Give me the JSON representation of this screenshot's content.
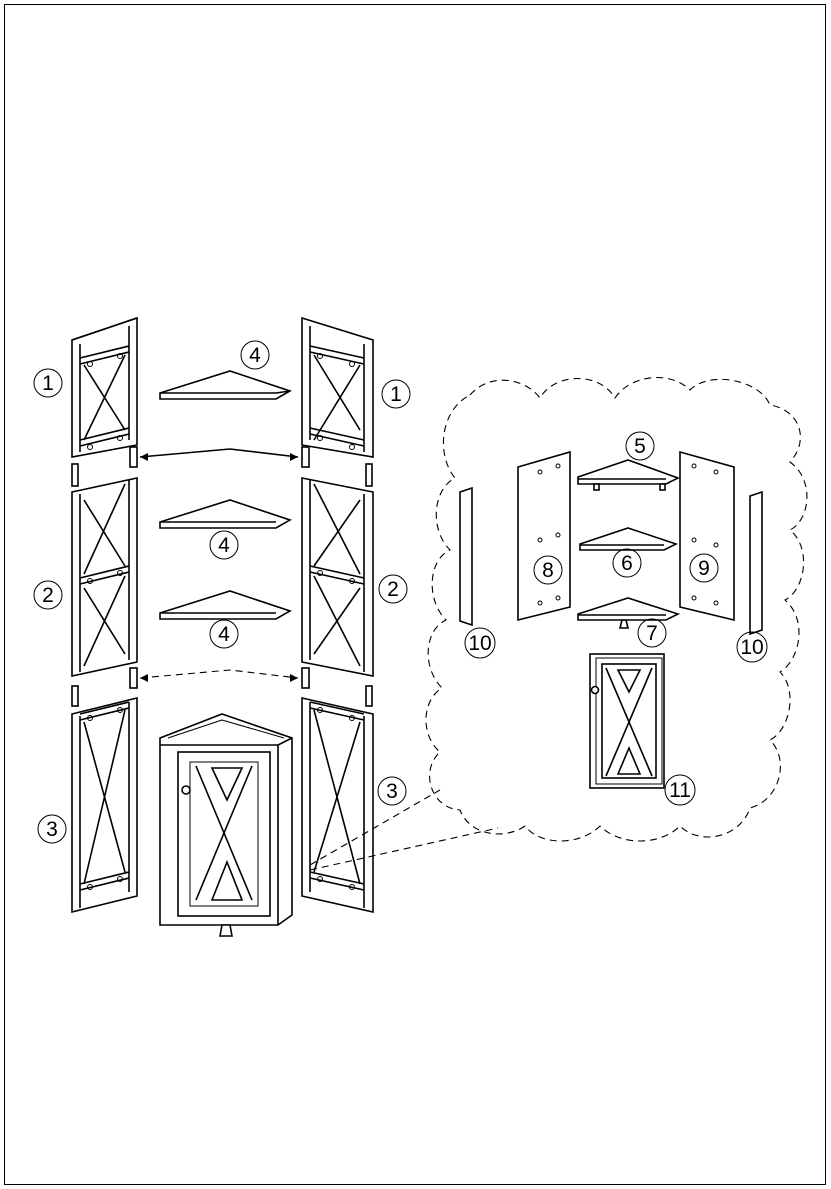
{
  "callouts": {
    "c1_left": "1",
    "c1_right": "1",
    "c2_left": "2",
    "c2_right": "2",
    "c3_left": "3",
    "c3_right": "3",
    "c4_top": "4",
    "c4_mid": "4",
    "c4_low": "4",
    "c5": "5",
    "c6": "6",
    "c7": "7",
    "c8": "8",
    "c9": "9",
    "c10_left": "10",
    "c10_right": "10",
    "c11": "11"
  }
}
